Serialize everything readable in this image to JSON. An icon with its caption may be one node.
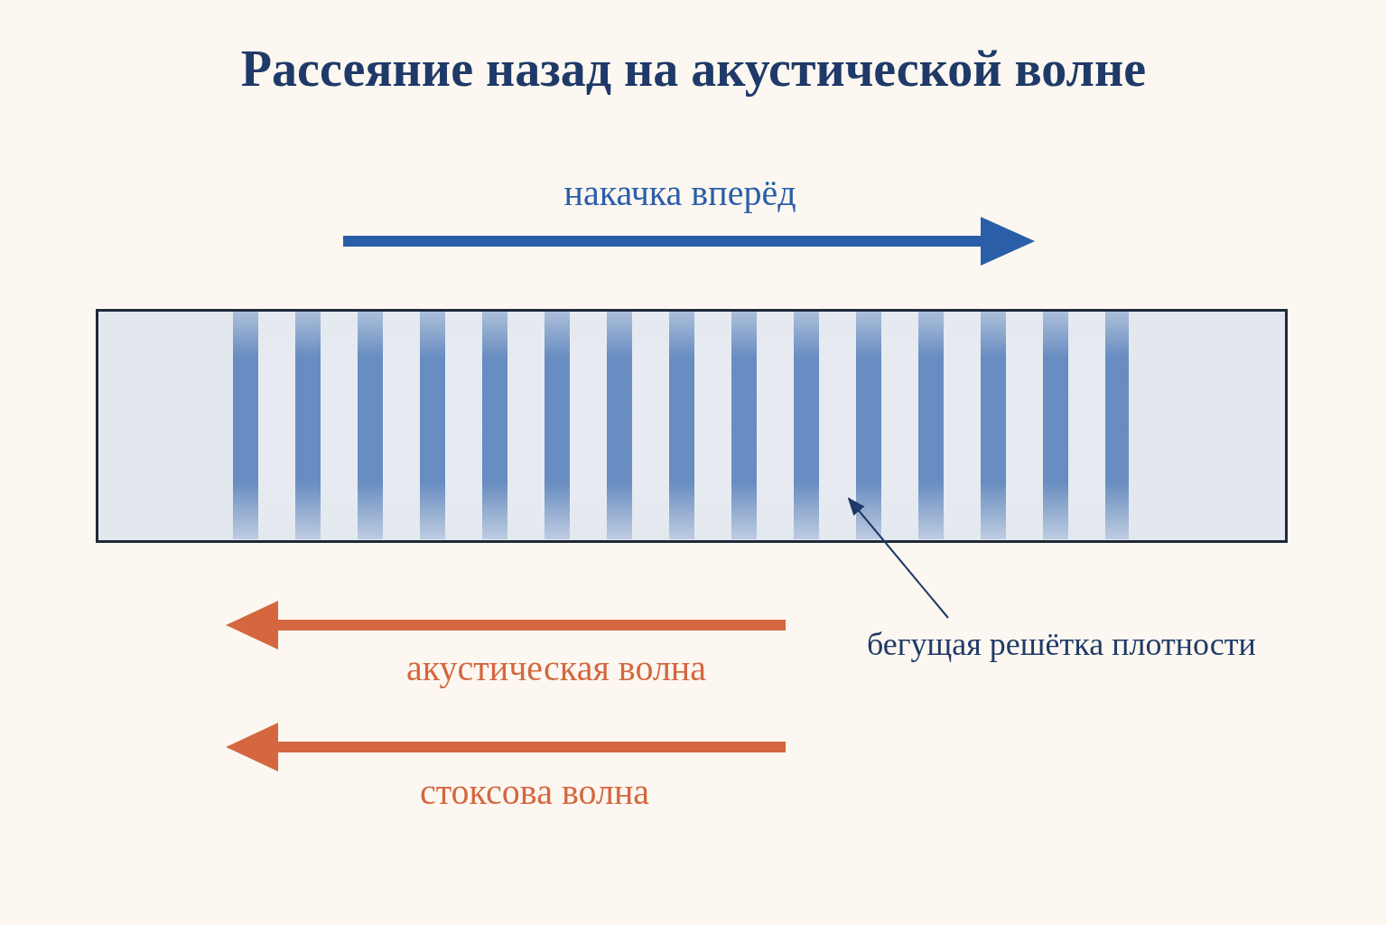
{
  "diagram": {
    "title": "Рассеяние назад на акустической волне",
    "nodes": [
      {
        "text": [
          "бегущая решётка плотности"
        ]
      },
      {
        "text": [],
        "shape": "box"
      }
    ],
    "edges": [
      {
        "from": 0,
        "to": 1,
        "arrow": "to"
      }
    ],
    "labels": [
      "накачка вперёд",
      "акустическая волна",
      "стоксова волна"
    ]
  }
}
